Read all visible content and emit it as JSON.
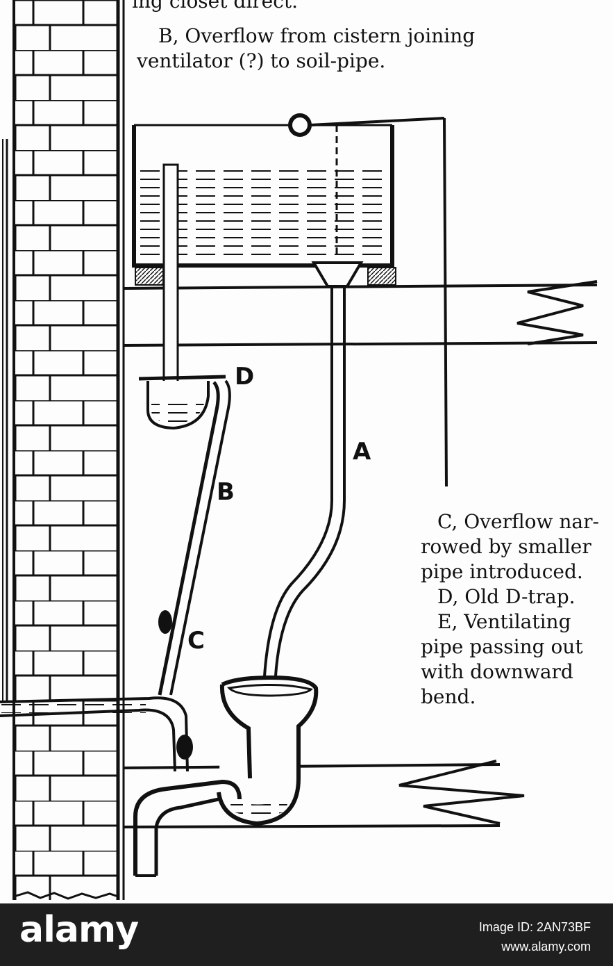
{
  "captions": {
    "a_tail": "ing closet direct.",
    "b_line1": "B, Overflow from cistern joining",
    "b_line2": "ventilator (?) to soil-pipe.",
    "c_line1": "C, Overflow nar-",
    "c_line2": "rowed by smaller",
    "c_line3": "pipe introduced.",
    "d_line1": "D, Old D-trap.",
    "e_line1": "E, Ventilating",
    "e_line2": "pipe passing out",
    "e_line3": "with downward",
    "e_line4": "bend."
  },
  "labels": {
    "a": "A",
    "b": "B",
    "c": "C",
    "d": "D"
  },
  "footer": {
    "logo": "alamy",
    "image_id": "Image ID: 2AN73BF",
    "url": "www.alamy.com"
  },
  "colors": {
    "ink": "#111111",
    "paper": "#fdfdfd",
    "footer_bg": "#1f1f1f"
  }
}
